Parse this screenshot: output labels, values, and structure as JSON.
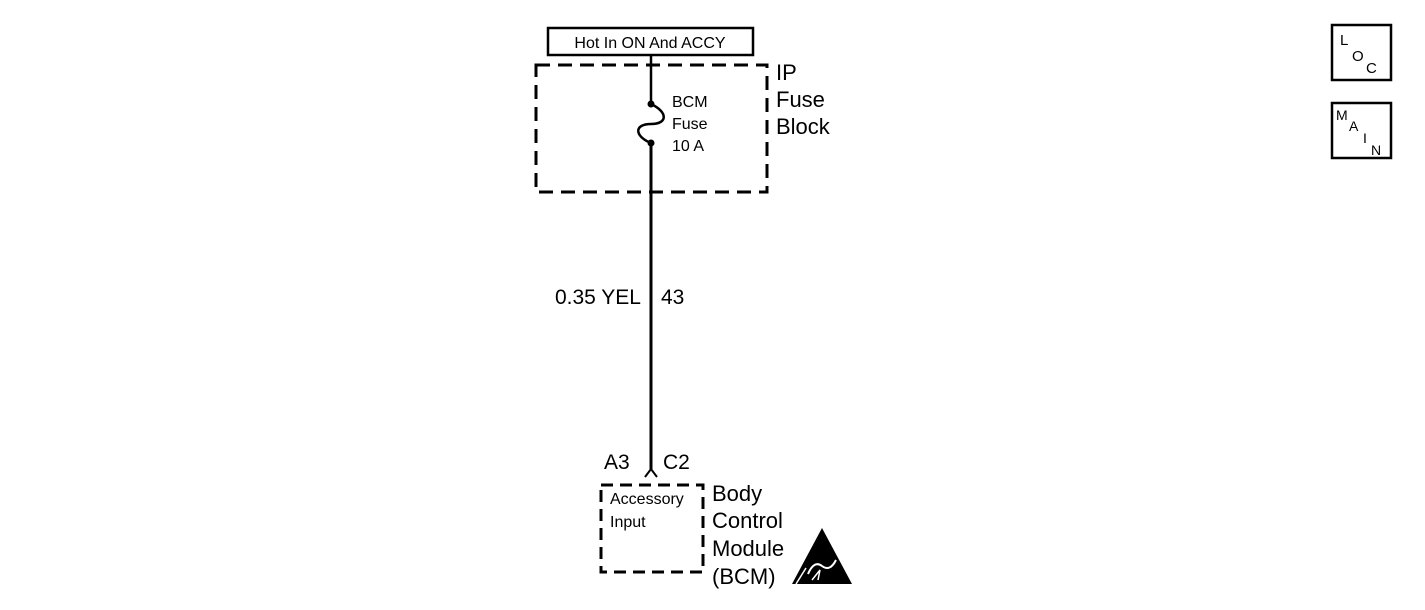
{
  "power_source": "Hot In ON And ACCY",
  "fuse_block": {
    "name_lines": [
      "IP",
      "Fuse",
      "Block"
    ],
    "fuse_lines": [
      "BCM",
      "Fuse",
      "10 A"
    ]
  },
  "wire": {
    "spec": "0.35 YEL",
    "circuit": "43"
  },
  "connector": {
    "pin_left": "A3",
    "pin_right": "C2"
  },
  "module": {
    "input_lines": [
      "Accessory",
      "Input"
    ],
    "name_lines": [
      "Body",
      "Control",
      "Module",
      "(BCM)"
    ],
    "esd_icon": "esd-sensitive-icon"
  },
  "nav": {
    "loc": [
      "L",
      "O",
      "C"
    ],
    "main": [
      "M",
      "A",
      "I",
      "N"
    ]
  }
}
